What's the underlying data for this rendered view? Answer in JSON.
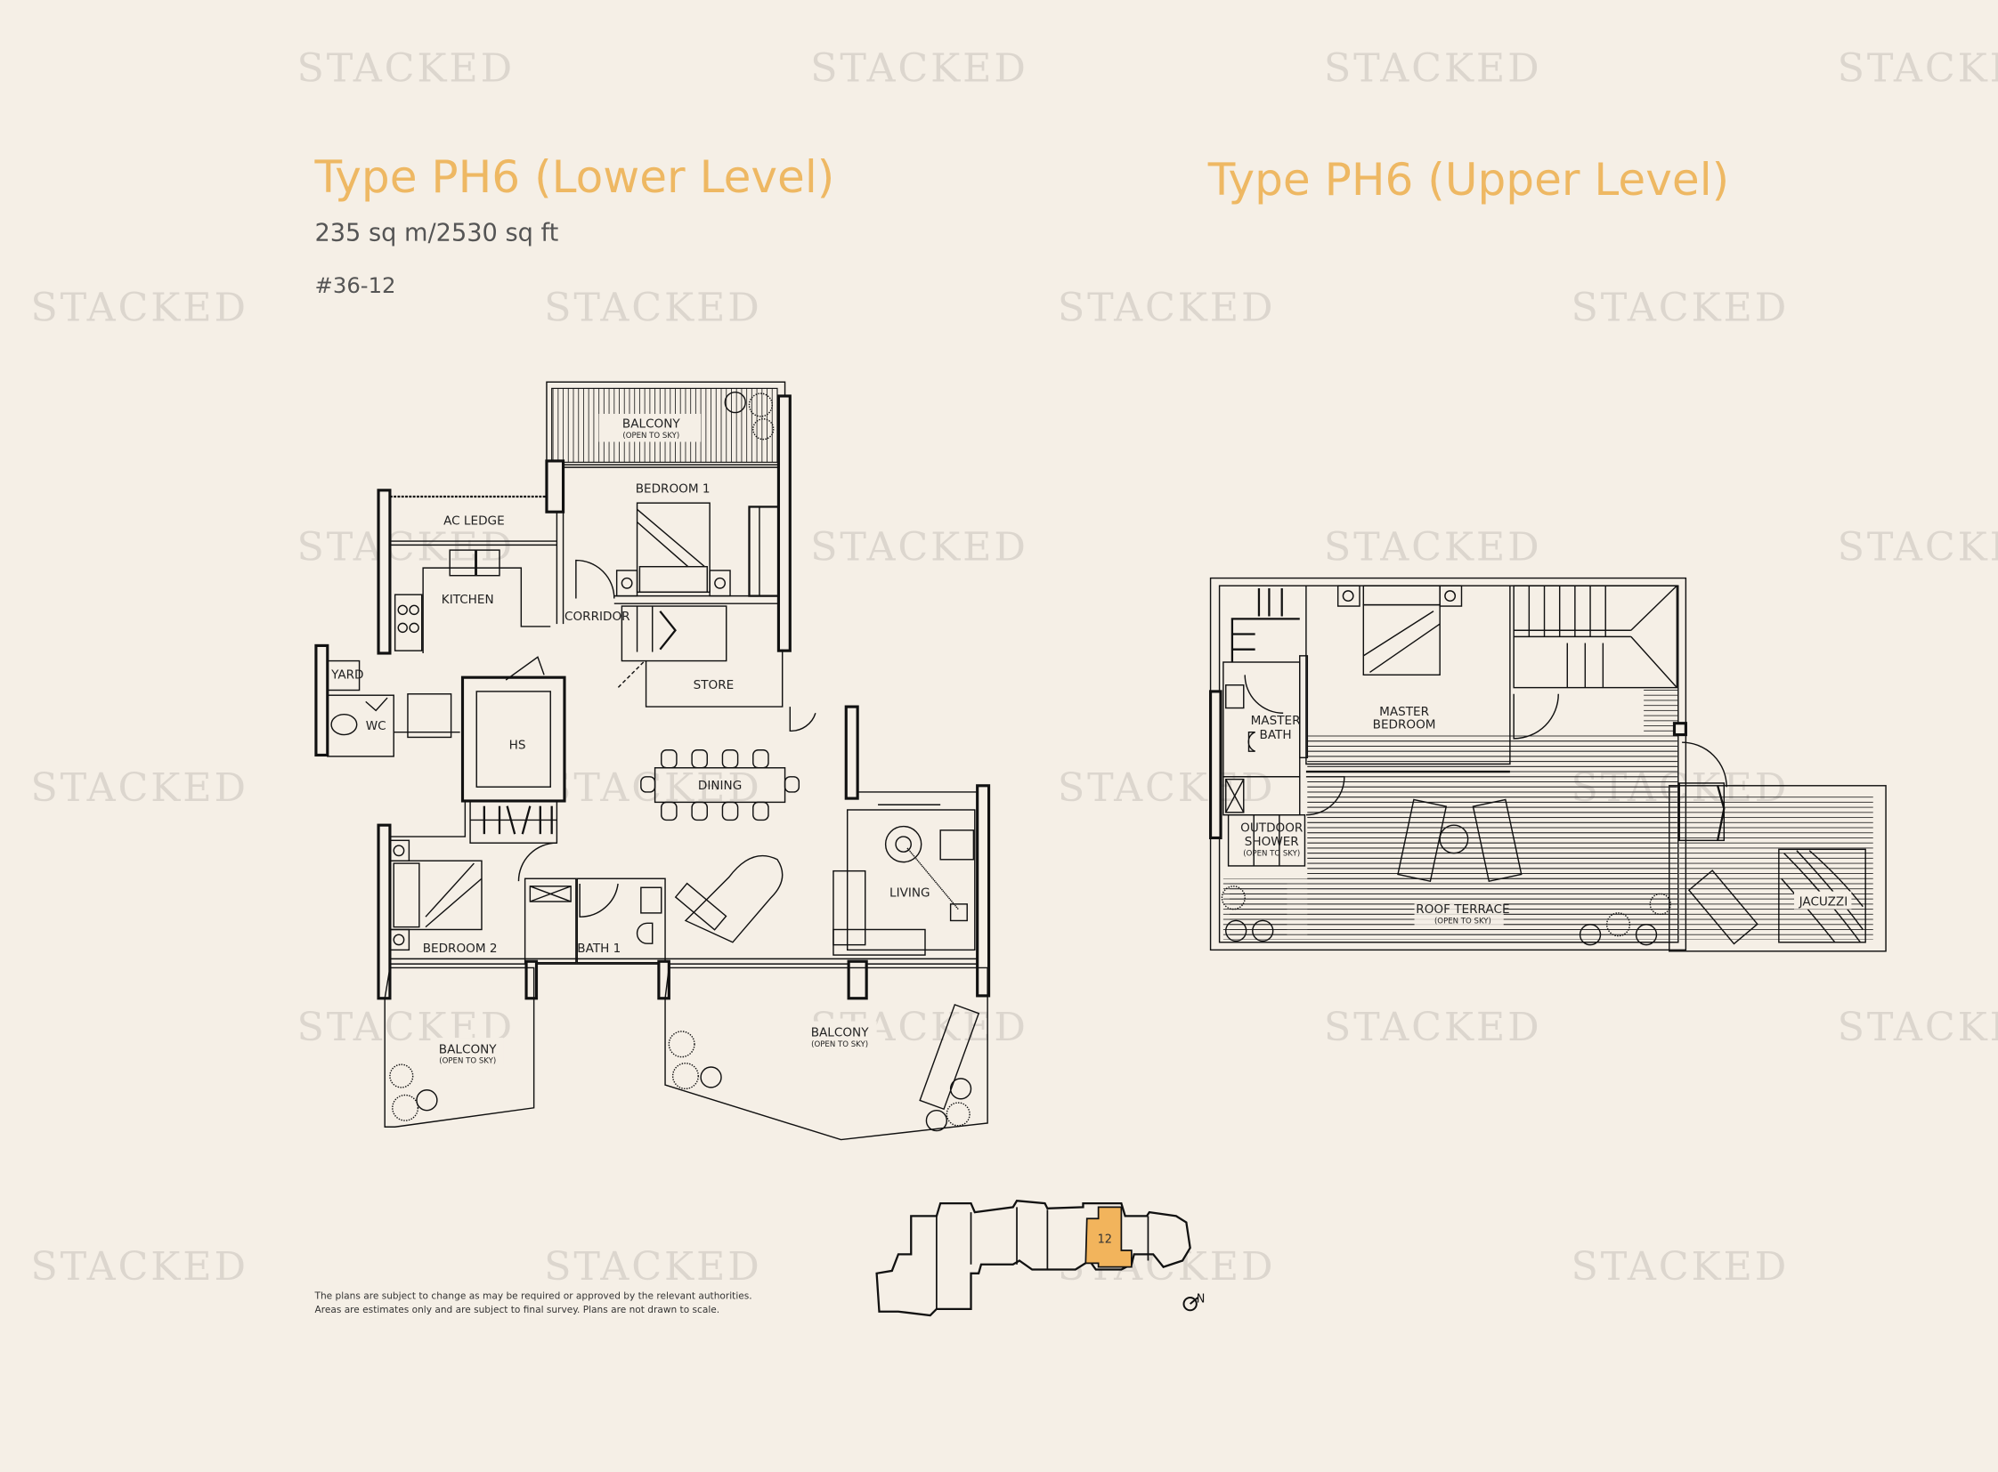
{
  "watermark": "STACKED",
  "lower_level": {
    "title": "Type PH6 (Lower Level)",
    "area": "235 sq m/2530 sq ft",
    "unit": "#36-12",
    "rooms": {
      "balcony_top": "BALCONY",
      "balcony_top_note": "(OPEN TO SKY)",
      "bedroom1": "BEDROOM 1",
      "ac_ledge": "AC LEDGE",
      "kitchen": "KITCHEN",
      "corridor": "CORRIDOR",
      "yard": "YARD",
      "wc": "WC",
      "hs": "HS",
      "store": "STORE",
      "dining": "DINING",
      "living": "LIVING",
      "bedroom2": "BEDROOM 2",
      "bath1": "BATH 1",
      "balcony_left": "BALCONY",
      "balcony_left_note": "(OPEN TO SKY)",
      "balcony_right": "BALCONY",
      "balcony_right_note": "(OPEN TO SKY)"
    }
  },
  "upper_level": {
    "title": "Type PH6 (Upper Level)",
    "rooms": {
      "master_bedroom_1": "MASTER",
      "master_bedroom_2": "BEDROOM",
      "master_bath_1": "MASTER",
      "master_bath_2": "BATH",
      "outdoor_shower_1": "OUTDOOR",
      "outdoor_shower_2": "SHOWER",
      "outdoor_shower_note": "(OPEN TO SKY)",
      "roof_terrace": "ROOF TERRACE",
      "roof_terrace_note": "(OPEN TO SKY)",
      "jacuzzi": "JACUZZI"
    }
  },
  "key_plan": {
    "highlighted_unit": "12",
    "highlight_color": "#f2b45c",
    "north_label": "N"
  },
  "disclaimer": {
    "line1": "The plans are subject to change as may be required or approved by the relevant authorities.",
    "line2": "Areas are estimates only and are subject to final survey. Plans are not drawn to scale."
  },
  "colors": {
    "background": "#f5efe6",
    "title": "#eeb863",
    "watermark": "#dcd6ce"
  }
}
